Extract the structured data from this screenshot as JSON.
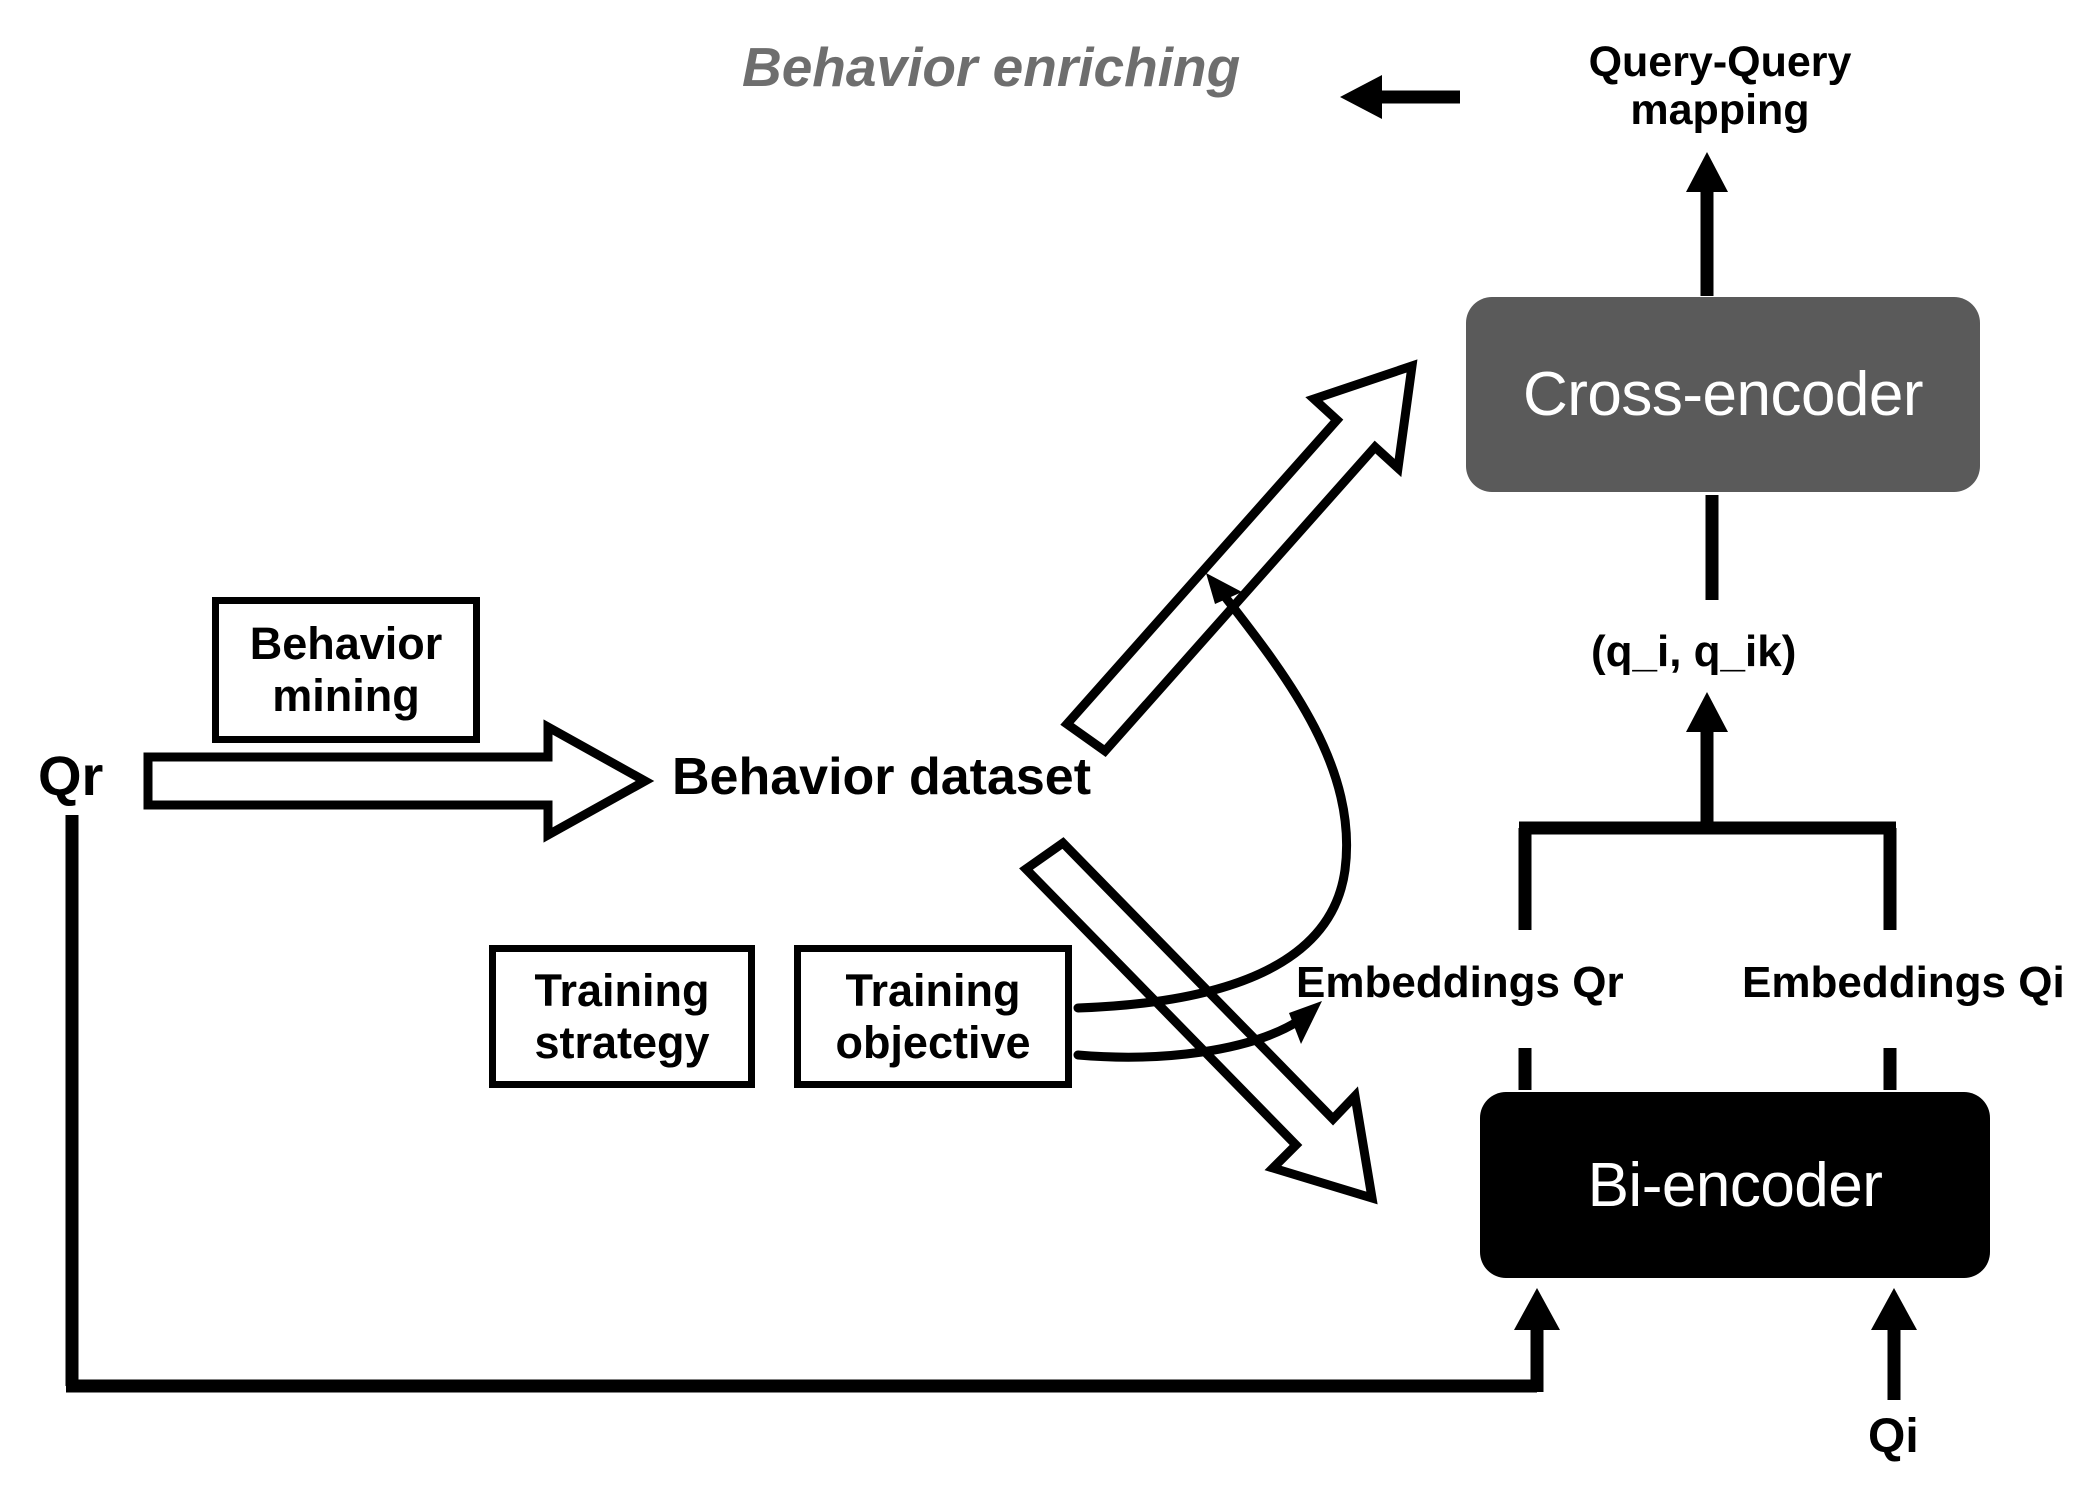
{
  "diagram": {
    "title": "Behavior enriching pipeline",
    "colors": {
      "background": "#ffffff",
      "stroke": "#000000",
      "cross_encoder_fill": "#5a5a5a",
      "bi_encoder_fill": "#000000",
      "enriching_text": "#6e6e6e",
      "encoder_text": "#ffffff"
    },
    "labels": {
      "behavior_enriching": "Behavior enriching",
      "query_query_mapping": "Query-Query\nmapping",
      "cross_encoder": "Cross-encoder",
      "bi_encoder": "Bi-encoder",
      "pair_tuple": "(q_i, q_ik)",
      "embeddings_qr": "Embeddings Qr",
      "embeddings_qi": "Embeddings Qi",
      "qr": "Qr",
      "qi": "Qi",
      "behavior_dataset": "Behavior dataset",
      "behavior_mining": "Behavior\nmining",
      "training_strategy": "Training\nstrategy",
      "training_objective": "Training\nobjective"
    },
    "edges": [
      {
        "name": "qr-to-behavior-dataset",
        "style": "hollow-block-arrow",
        "from": "Qr",
        "to": "Behavior dataset",
        "annotation": "Behavior mining"
      },
      {
        "name": "behavior-dataset-to-cross-encoder",
        "style": "hollow-block-arrow",
        "from": "Behavior dataset",
        "to": "Cross-encoder"
      },
      {
        "name": "behavior-dataset-to-bi-encoder",
        "style": "hollow-block-arrow",
        "from": "Behavior dataset",
        "to": "Bi-encoder"
      },
      {
        "name": "training-objective-to-cross-edge",
        "style": "curved-thin-arrow",
        "from": "Training objective",
        "to": "behavior-dataset-to-cross-encoder"
      },
      {
        "name": "training-objective-to-bi-edge",
        "style": "curved-thin-arrow",
        "from": "Training objective",
        "to": "behavior-dataset-to-bi-encoder"
      },
      {
        "name": "cross-encoder-to-qq-mapping",
        "style": "solid-arrow-up",
        "from": "Cross-encoder",
        "to": "Query-Query mapping"
      },
      {
        "name": "qq-mapping-to-behavior-enriching",
        "style": "solid-arrow-left",
        "from": "Query-Query mapping",
        "to": "Behavior enriching"
      },
      {
        "name": "pair-to-cross-encoder",
        "style": "solid-line-up",
        "from": "(q_i, q_ik)",
        "to": "Cross-encoder"
      },
      {
        "name": "embeddings-merge-to-pair",
        "style": "bracket-arrow-up",
        "from": "Embeddings Qr + Embeddings Qi",
        "to": "(q_i, q_ik)"
      },
      {
        "name": "bi-encoder-to-embeddings",
        "style": "bracket",
        "from": "Bi-encoder",
        "to": "Embeddings Qr / Embeddings Qi"
      },
      {
        "name": "qi-to-bi-encoder",
        "style": "solid-arrow-up",
        "from": "Qi",
        "to": "Bi-encoder"
      },
      {
        "name": "qr-feedback-to-bi-encoder",
        "style": "elbow-arrow",
        "from": "Qr",
        "to": "Bi-encoder"
      }
    ]
  }
}
